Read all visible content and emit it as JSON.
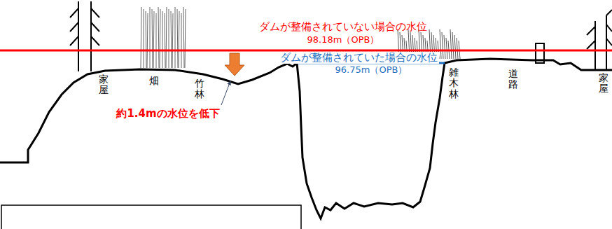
{
  "diagram": {
    "labels": [
      "ダムが整備されていない場合の水位",
      "98.18m（OPB）",
      "ダムが整備されていた場合の水位",
      "96.75m（OPB）",
      "約1.4mの水位を低下",
      "家屋",
      "畑",
      "竹林",
      "雑木林",
      "道路",
      "家屋"
    ]
  }
}
